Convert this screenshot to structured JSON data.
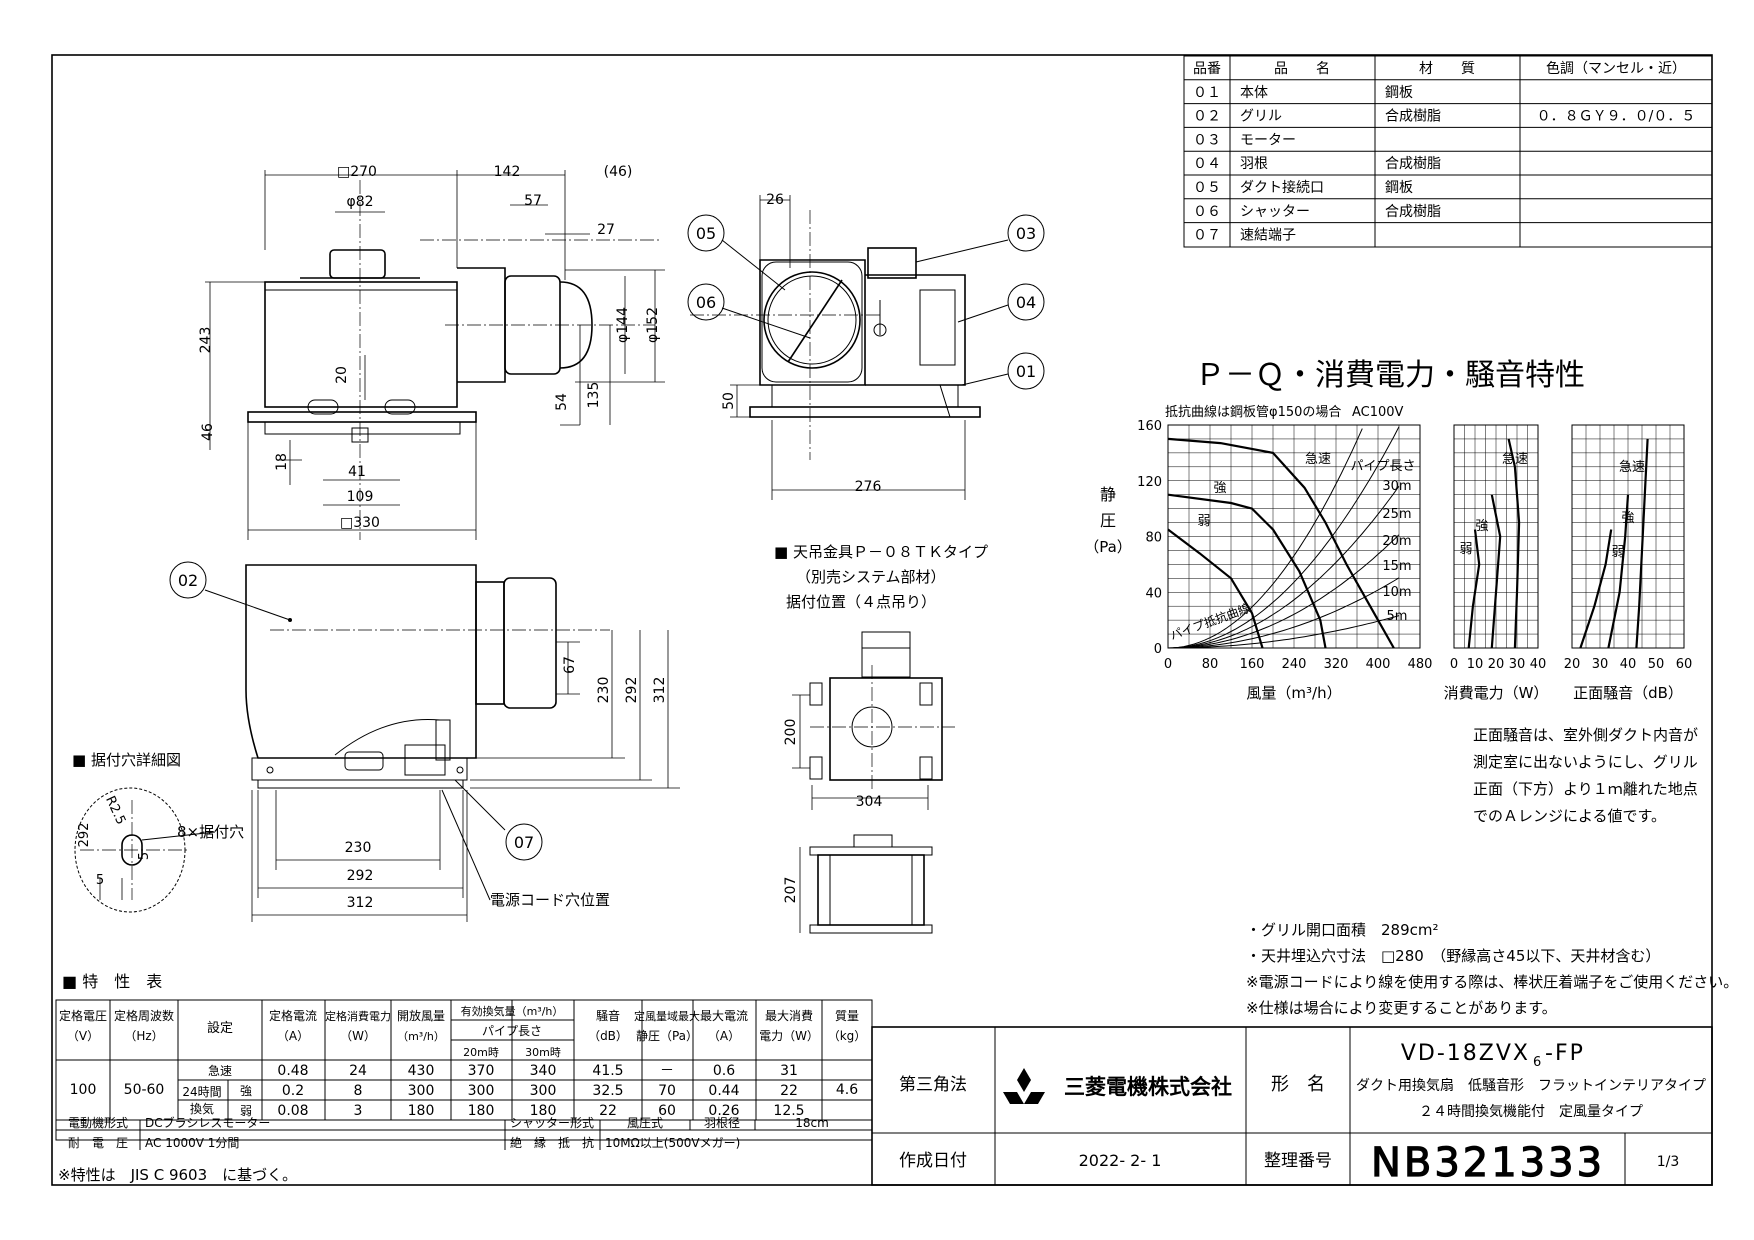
{
  "parts_table": {
    "headers": [
      "品番",
      "品　　名",
      "材　　質",
      "色調（マンセル・近）"
    ],
    "rows": [
      [
        "０１",
        "本体",
        "鋼板",
        ""
      ],
      [
        "０２",
        "グリル",
        "合成樹脂",
        "０．８ＧＹ９．０/０．５"
      ],
      [
        "０３",
        "モーター",
        "",
        ""
      ],
      [
        "０４",
        "羽根",
        "合成樹脂",
        ""
      ],
      [
        "０５",
        "ダクト接続口",
        "鋼板",
        ""
      ],
      [
        "０６",
        "シャッター",
        "合成樹脂",
        ""
      ],
      [
        "０７",
        "速結端子",
        "",
        ""
      ]
    ]
  },
  "front_view": {
    "dims": [
      "□270",
      "142",
      "(46)",
      "φ82",
      "57",
      "27",
      "243",
      "φ144",
      "φ152",
      "20",
      "54",
      "135",
      "46",
      "18",
      "41",
      "109",
      "□330"
    ]
  },
  "side_view": {
    "dims": [
      "26",
      "50",
      "276"
    ],
    "callouts": [
      "05",
      "06",
      "03",
      "04",
      "01"
    ]
  },
  "bottom_view": {
    "dims": [
      "67",
      "230",
      "292",
      "312",
      "230",
      "292",
      "312"
    ],
    "callouts": [
      "02",
      "07"
    ],
    "cord_label": "電源コード穴位置"
  },
  "detail": {
    "title": "■ 据付穴詳細図",
    "dims": [
      "292",
      "R2.5",
      "5",
      "5"
    ],
    "label": "8×据付穴"
  },
  "bracket": {
    "title": "■ 天吊金具Ｐ－０８ＴＫタイプ",
    "line2": "（別売システム部材）",
    "line3": "据付位置（４点吊り）",
    "dims": [
      "200",
      "304",
      "207"
    ]
  },
  "chart_data": [
    {
      "type": "line",
      "title": "Ｐ－Ｑ・消費電力・騒音特性",
      "subtitle": "抵抗曲線は鋼板管φ150の場合",
      "condition": "AC100V",
      "ylabel": "静圧（Pa）",
      "xlabel": "風量（m³/h）",
      "xlim": [
        0,
        480
      ],
      "ylim": [
        0,
        160
      ],
      "xticks": [
        "0",
        "80",
        "160",
        "240",
        "320",
        "400",
        "480"
      ],
      "yticks": [
        "0",
        "40",
        "80",
        "120",
        "160"
      ],
      "grid": true,
      "series": [
        {
          "name": "急速",
          "x": [
            0,
            100,
            200,
            260,
            300,
            340,
            370,
            400,
            430
          ],
          "y": [
            150,
            147,
            140,
            115,
            90,
            60,
            40,
            20,
            0
          ]
        },
        {
          "name": "強",
          "x": [
            0,
            120,
            160,
            200,
            250,
            290,
            300
          ],
          "y": [
            110,
            104,
            100,
            85,
            55,
            20,
            0
          ]
        },
        {
          "name": "弱",
          "x": [
            0,
            60,
            120,
            160,
            180
          ],
          "y": [
            85,
            68,
            50,
            25,
            0
          ]
        }
      ],
      "resistance_curves_label": "パイプ長さ",
      "resistance_curves": [
        "30m",
        "25m",
        "20m",
        "15m",
        "10m",
        "5m"
      ],
      "resistance_caption": "パイプ抵抗曲線",
      "annotations": [
        "急速",
        "強",
        "弱"
      ]
    },
    {
      "type": "line",
      "xlabel": "消費電力（W）",
      "xlim": [
        0,
        40
      ],
      "xticks": [
        "0",
        "10",
        "20",
        "30",
        "40"
      ],
      "ylim": [
        0,
        160
      ],
      "grid": true,
      "series": [
        {
          "name": "急速",
          "x": [
            26,
            29,
            31,
            30,
            29
          ],
          "y": [
            150,
            130,
            90,
            40,
            0
          ]
        },
        {
          "name": "強",
          "x": [
            18,
            22,
            20,
            18
          ],
          "y": [
            110,
            80,
            40,
            0
          ]
        },
        {
          "name": "弱",
          "x": [
            10,
            12,
            9,
            7
          ],
          "y": [
            85,
            60,
            30,
            0
          ]
        }
      ],
      "annotations": [
        "急速",
        "強",
        "弱"
      ]
    },
    {
      "type": "line",
      "xlabel": "正面騒音（dB）",
      "xlim": [
        20,
        60
      ],
      "xticks": [
        "20",
        "30",
        "40",
        "50",
        "60"
      ],
      "ylim": [
        0,
        160
      ],
      "grid": true,
      "series": [
        {
          "name": "急速",
          "x": [
            47,
            46,
            45,
            44,
            43
          ],
          "y": [
            150,
            110,
            70,
            30,
            0
          ]
        },
        {
          "name": "強",
          "x": [
            40,
            39,
            37,
            33
          ],
          "y": [
            110,
            80,
            40,
            0
          ]
        },
        {
          "name": "弱",
          "x": [
            34,
            32,
            28,
            23
          ],
          "y": [
            85,
            60,
            30,
            0
          ]
        }
      ],
      "annotations": [
        "急速",
        "強",
        "弱"
      ]
    }
  ],
  "noise_note": [
    "正面騒音は、室外側ダクト内音が",
    "測定室に出ないようにし、グリル",
    "正面（下方）より１ｍ離れた地点",
    "でのＡレンジによる値です。"
  ],
  "notes": [
    "・グリル開口面積　289cm²",
    "・天井埋込穴寸法　□280　（野縁高さ45以下、天井材含む）",
    "※電源コードにより線を使用する際は、棒状圧着端子をご使用ください。",
    "※仕様は場合により変更することがあります。"
  ],
  "spec": {
    "title": "■ 特　性　表",
    "h_voltage": "定格電圧",
    "h_voltage_u": "（V）",
    "h_freq": "定格周波数",
    "h_freq_u": "（Hz）",
    "h_setting": "設定",
    "h_current": "定格電流",
    "h_current_u": "（A）",
    "h_power": "定格消費電力",
    "h_power_u": "（W）",
    "h_airflow": "開放風量",
    "h_airflow_u": "（m³/h）",
    "h_eff": "有効換気量（m³/h）",
    "h_pipe": "パイプ長さ",
    "h_20m": "20m時",
    "h_30m": "30m時",
    "h_noise": "騒音",
    "h_noise_u": "（dB）",
    "h_static": "定風量域最大",
    "h_static_u": "静圧（Pa）",
    "h_maxcur": "最大電流",
    "h_maxcur_u": "（A）",
    "h_maxpow": "最大消費",
    "h_maxpow_u": "電力（W）",
    "h_mass": "質量",
    "h_mass_u": "（kg）",
    "voltage": "100",
    "freq": "50-60",
    "mass": "4.6",
    "group24": "24時間",
    "group24b": "換気",
    "rows": [
      {
        "mode": "急速",
        "current": "0.48",
        "power": "24",
        "airflow": "430",
        "eff20": "370",
        "eff30": "340",
        "noise": "41.5",
        "static": "－",
        "maxcur": "0.6",
        "maxpow": "31"
      },
      {
        "mode": "強",
        "current": "0.2",
        "power": "8",
        "airflow": "300",
        "eff20": "300",
        "eff30": "300",
        "noise": "32.5",
        "static": "70",
        "maxcur": "0.44",
        "maxpow": "22"
      },
      {
        "mode": "弱",
        "current": "0.08",
        "power": "3",
        "airflow": "180",
        "eff20": "180",
        "eff30": "180",
        "noise": "22",
        "static": "60",
        "maxcur": "0.26",
        "maxpow": "12.5"
      }
    ],
    "motor_label": "電動機形式",
    "motor": "DCブラシレスモーター",
    "shutter_label": "シャッター形式",
    "shutter": "風圧式",
    "blade_label": "羽根径",
    "blade": "18cm",
    "withstand_label": "耐　電　圧",
    "withstand": "AC 1000V 1分間",
    "insulation_label": "絶　縁　抵　抗",
    "insulation": "10MΩ以上(500Vメガー)",
    "footnote": "※特性は　JIS C 9603　に基づく。"
  },
  "title_block": {
    "projection": "第三角法",
    "company": "三菱電機株式会社",
    "model_label": "形　名",
    "model": "VD-18ZVX",
    "model_sub": "6",
    "model_suffix": "-FP",
    "desc1": "ダクト用換気扇　低騒音形　フラットインテリアタイプ",
    "desc2": "２４時間換気機能付　定風量タイプ",
    "date_label": "作成日付",
    "date": "2022- 2- 1",
    "number_label": "整理番号",
    "number": "NB321333",
    "page": "1/3"
  },
  "colors": {
    "ink": "#000000",
    "paper": "#ffffff",
    "logo": "#000000"
  }
}
